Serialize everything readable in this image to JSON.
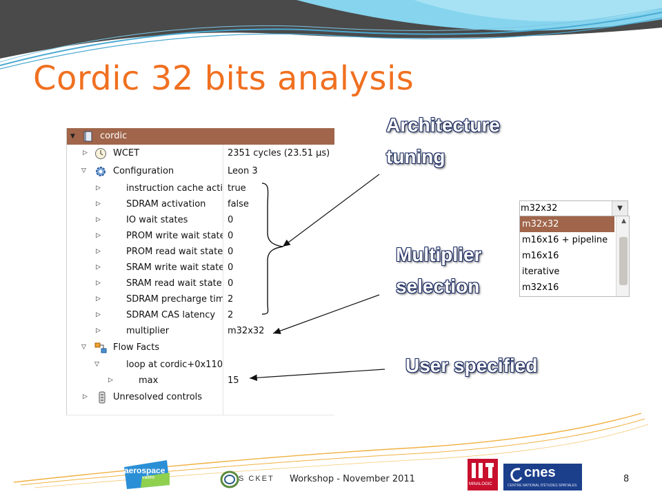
{
  "slide": {
    "title": "Cordic 32 bits analysis",
    "footer": "Workshop - November 2011",
    "page_number": "8"
  },
  "tree": {
    "root": "cordic",
    "rows": [
      {
        "label": "WCET",
        "value": "2351 cycles (23.51 µs)",
        "icon": "clock-icon"
      },
      {
        "label": "Configuration",
        "value": "Leon 3",
        "icon": "gear-icon"
      },
      {
        "label": "instruction cache acti",
        "value": "true"
      },
      {
        "label": "SDRAM activation",
        "value": "false"
      },
      {
        "label": "IO wait states",
        "value": "0"
      },
      {
        "label": "PROM write wait state",
        "value": "0"
      },
      {
        "label": "PROM read wait state",
        "value": "0"
      },
      {
        "label": "SRAM write wait state",
        "value": "0"
      },
      {
        "label": "SRAM read wait state",
        "value": "0"
      },
      {
        "label": "SDRAM precharge tim",
        "value": "2"
      },
      {
        "label": "SDRAM CAS latency",
        "value": "2"
      },
      {
        "label": "multiplier",
        "value": "m32x32"
      },
      {
        "label": "Flow Facts",
        "value": "",
        "icon": "flow-icon"
      },
      {
        "label": "loop at cordic+0x110",
        "value": ""
      },
      {
        "label": "max",
        "value": "15"
      },
      {
        "label": "Unresolved controls",
        "value": "",
        "icon": "controls-icon"
      }
    ]
  },
  "callouts": {
    "architecture": [
      "Architecture",
      "tuning"
    ],
    "multiplier": [
      "Multiplier",
      "selection"
    ],
    "user": "User specified"
  },
  "dropdown": {
    "selected": "m32x32",
    "options": [
      "m32x32",
      "m16x16 + pipeline",
      "m16x16",
      "iterative",
      "m32x16"
    ]
  },
  "logos": {
    "aerospace": "aerospace",
    "aerospace_sub": "vallée",
    "socket": "S CKET",
    "minalogic": "MINALOGIC",
    "cnes": "cnes",
    "cnes_sub": "CENTRE NATIONAL D'ÉTUDES SPATIALES"
  },
  "colors": {
    "title": "#f07020",
    "tree_header": "#a0654a",
    "banner_dark": "#4a4a4a",
    "banner_light": "#7ccce8"
  }
}
